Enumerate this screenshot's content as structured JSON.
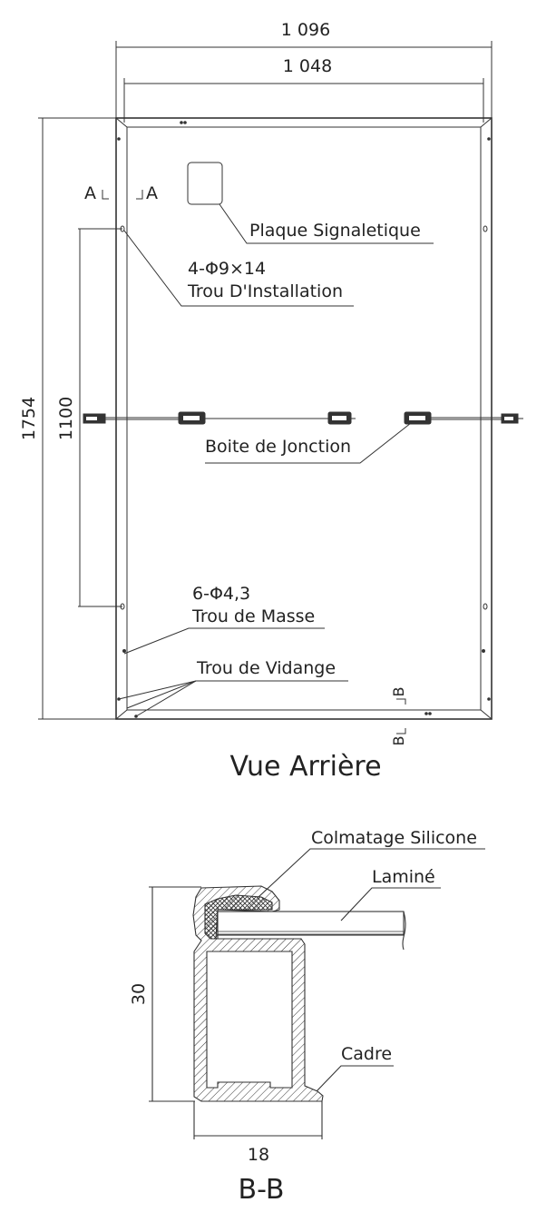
{
  "rear_view": {
    "title": "Vue Arrière",
    "dimensions": {
      "overall_width": "1 096",
      "inner_width": "1 048",
      "overall_height": "1754",
      "hole_spacing": "1100"
    },
    "section_markers": {
      "a_left": "A",
      "a_right": "A",
      "b_top": "B",
      "b_bottom": "B"
    },
    "callouts": {
      "nameplate": "Plaque Signaletique",
      "mounting_hole_spec": "4-Φ9×14",
      "mounting_hole": "Trou D'Installation",
      "junction_box": "Boite de Jonction",
      "ground_hole_spec": "6-Φ4,3",
      "ground_hole": "Trou de Masse",
      "drain_hole": "Trou de Vidange"
    }
  },
  "section_view": {
    "title": "B-B",
    "dimensions": {
      "height": "30",
      "width": "18"
    },
    "callouts": {
      "sealant": "Colmatage Silicone",
      "laminate": "Laminé",
      "frame": "Cadre"
    }
  }
}
